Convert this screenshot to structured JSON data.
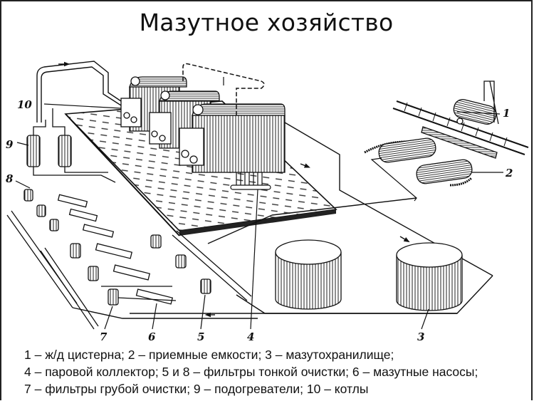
{
  "slide": {
    "title": "Мазутное хозяйство"
  },
  "diagram": {
    "callouts": [
      {
        "number": "1",
        "label": "ж/д цистерна"
      },
      {
        "number": "2",
        "label": "приемные емкости"
      },
      {
        "number": "3",
        "label": "мазутохранилище"
      },
      {
        "number": "4",
        "label": "паровой коллектор"
      },
      {
        "number": "5",
        "label": "фильтры тонкой очистки"
      },
      {
        "number": "6",
        "label": "мазутные насосы"
      },
      {
        "number": "7",
        "label": "фильтры грубой очистки"
      },
      {
        "number": "8",
        "label": "фильтры тонкой очистки"
      },
      {
        "number": "9",
        "label": "подогреватели"
      },
      {
        "number": "10",
        "label": "котлы"
      }
    ]
  },
  "legend": {
    "lines": [
      "1 – ж/д цистерна; 2 – приемные емкости; 3 – мазутохранилище;",
      "4 – паровой коллектор; 5 и 8 – фильтры тонкой очистки; 6 – мазутные насосы;",
      "7 – фильтры грубой очистки; 9 – подогреватели; 10 – котлы"
    ]
  },
  "colors": {
    "ink": "#111111",
    "background": "#ffffff",
    "border": "#222222"
  }
}
